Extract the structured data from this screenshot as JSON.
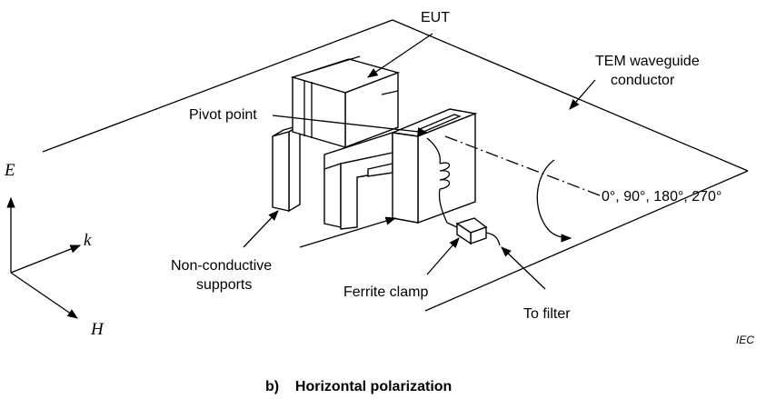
{
  "labels": {
    "eut": "EUT",
    "tem_line1": "TEM waveguide",
    "tem_line2": "conductor",
    "pivot": "Pivot point",
    "angles": "0°, 90°, 180°, 270°",
    "supports_line1": "Non-conductive",
    "supports_line2": "supports",
    "ferrite": "Ferrite clamp",
    "filter": "To filter",
    "iec": "IEC"
  },
  "axes": {
    "e": "E",
    "k": "k",
    "h": "H"
  },
  "caption": "b)    Horizontal polarization"
}
